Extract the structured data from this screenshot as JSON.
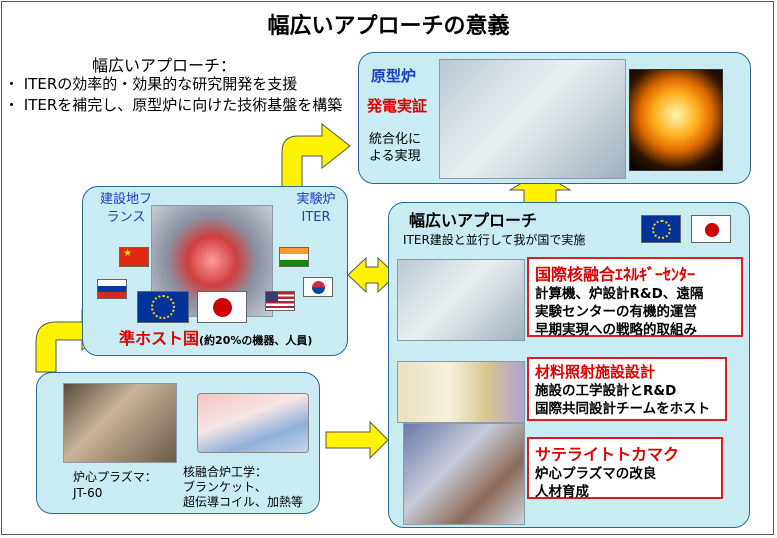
{
  "title": "幅広いアプローチの意義",
  "intro": {
    "heading": "幅広いアプローチ：",
    "bullets": [
      "・ ITERの効率的・効果的な研究開発を支援",
      "・ ITERを補完し、原型炉に向けた技術基盤を構築"
    ]
  },
  "demo_panel": {
    "label_demo": "原型炉",
    "label_power": "発電実証",
    "label_integrated": "統合化による実現"
  },
  "iter_panel": {
    "site_label": "建設地フランス",
    "reactor_label": "実験炉ITER",
    "host_label": "準ホスト国",
    "host_note": "(約20%の機器、人員)"
  },
  "ba_panel": {
    "title": "幅広いアプローチ",
    "subtitle": "ITER建設と並行して我が国で実施",
    "boxes": [
      {
        "title": "国際核融合ｴﾈﾙｷﾞｰｾﾝﾀｰ",
        "lines": [
          "計算機、炉設計R&D、遠隔",
          "実験センターの有機的運営",
          "早期実現への戦略的取組み"
        ]
      },
      {
        "title": "材料照射施設設計",
        "lines": [
          "施設の工学設計とR&D",
          "国際共同設計チームをホスト"
        ]
      },
      {
        "title": "サテライトトカマク",
        "lines": [
          "炉心プラズマの改良",
          "人材育成"
        ]
      }
    ]
  },
  "domestic_panel": {
    "jt60_label": "炉心プラズマ：\nJT-60",
    "eng_label": "核融合炉工学：\nブランケット、\n超伝導コイル、加熱等"
  },
  "colors": {
    "panel_fill": "#c9ecf3",
    "accent_red": "#e00000",
    "arrow_yellow": "#fff200",
    "label_blue": "#1a3fbf"
  }
}
